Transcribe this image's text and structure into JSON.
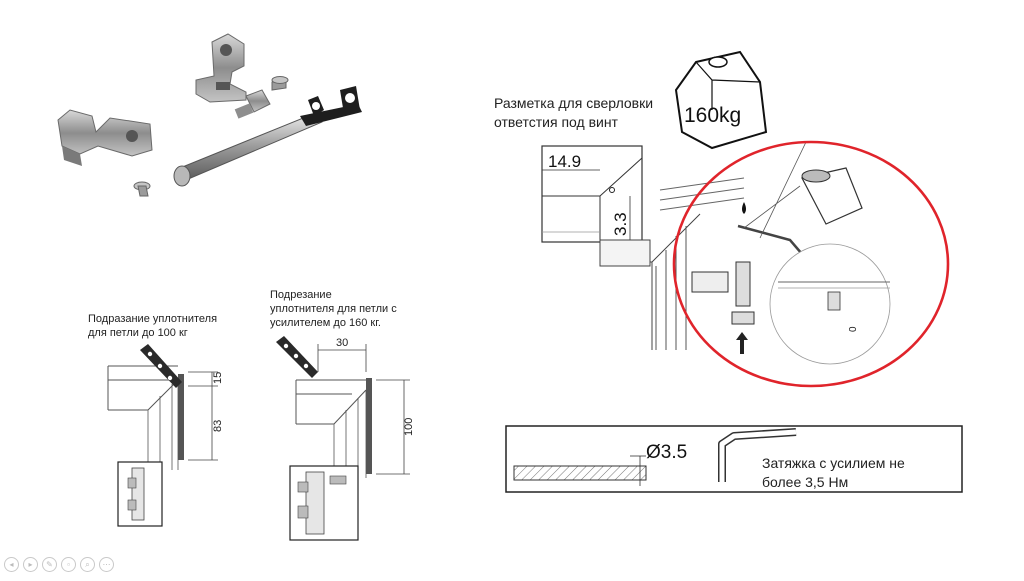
{
  "captions": {
    "seal_100": "Подразание уплотнителя\nдля петли до 100 кг",
    "seal_160": "Подрезание\nуплотнителя для петли с\nусилителем до 160 кг.",
    "marking": "Разметка для сверловки\nответстия под винт",
    "torque": "Затяжка с усилием не\nболее 3,5 Нм"
  },
  "dimensions": {
    "d15": "15",
    "d83": "83",
    "d30": "30",
    "d100": "100",
    "d149": "14.9",
    "d33": "3.3",
    "d0": "0",
    "drill": "Ø3.5"
  },
  "weight_label": "160kg",
  "colors": {
    "highlight_circle": "#e0242b",
    "line": "#333333",
    "metal": "#9a9a9a",
    "black_part": "#1e1e1e"
  },
  "toolbar": {
    "icons": [
      "prev-icon",
      "next-icon",
      "pen-icon",
      "copy-icon",
      "zoom-icon",
      "more-icon"
    ]
  }
}
